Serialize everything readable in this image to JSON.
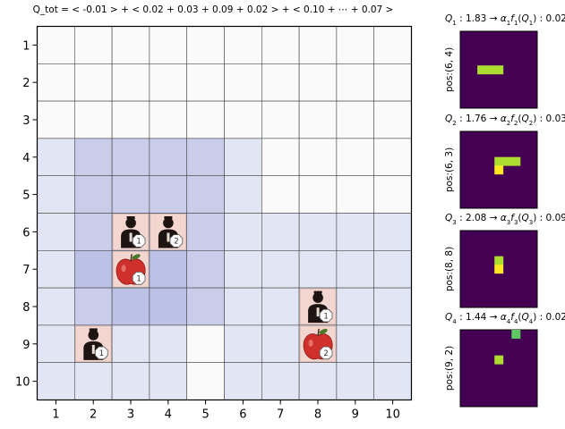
{
  "title": "Q_tot = < -0.01 > + < 0.02 + 0.03 + 0.09 + 0.02 > + < 0.10 + ⋯ + 0.07 >",
  "grid": {
    "size": 10,
    "x_ticks": [
      "1",
      "2",
      "3",
      "4",
      "5",
      "6",
      "7",
      "8",
      "9",
      "10"
    ],
    "y_ticks": [
      "1",
      "2",
      "3",
      "4",
      "5",
      "6",
      "7",
      "8",
      "9",
      "10"
    ],
    "cell_shading": [
      [
        0,
        0,
        0,
        0,
        0,
        0,
        0,
        0,
        0,
        0
      ],
      [
        0,
        0,
        0,
        0,
        0,
        0,
        0,
        0,
        0,
        0
      ],
      [
        0,
        0,
        0,
        0,
        0,
        0,
        0,
        0,
        0,
        0
      ],
      [
        1,
        2,
        2,
        2,
        2,
        1,
        0,
        0,
        0,
        0
      ],
      [
        1,
        2,
        2,
        2,
        2,
        1,
        0,
        0,
        0,
        0
      ],
      [
        1,
        2,
        2,
        2,
        2,
        1,
        1,
        1,
        1,
        1
      ],
      [
        1,
        3,
        3,
        3,
        2,
        1,
        1,
        1,
        1,
        1
      ],
      [
        1,
        2,
        3,
        3,
        2,
        1,
        1,
        1,
        1,
        1
      ],
      [
        1,
        1,
        1,
        1,
        0,
        1,
        1,
        1,
        1,
        1
      ],
      [
        1,
        1,
        1,
        1,
        0,
        1,
        1,
        1,
        1,
        1
      ]
    ],
    "shade_colors": [
      "#fafafa",
      "#e2e5f3",
      "#c9cdea",
      "#bcc2e6"
    ],
    "entities": [
      {
        "type": "agent",
        "col": 3,
        "row": 6,
        "badge": "1"
      },
      {
        "type": "agent",
        "col": 4,
        "row": 6,
        "badge": "2"
      },
      {
        "type": "apple",
        "col": 3,
        "row": 7,
        "badge": "1"
      },
      {
        "type": "agent",
        "col": 8,
        "row": 8,
        "badge": "1"
      },
      {
        "type": "agent",
        "col": 2,
        "row": 9,
        "badge": "1"
      },
      {
        "type": "apple",
        "col": 8,
        "row": 9,
        "badge": "2"
      }
    ]
  },
  "panels": [
    {
      "label": "Q_1 : 1.83 → α_1 f_1(Q_1) : 0.02",
      "pos": "pos:(6, 4)",
      "cells": [
        {
          "r": 4,
          "c": 2,
          "color": "#addc30"
        },
        {
          "r": 4,
          "c": 3,
          "color": "#addc30"
        },
        {
          "r": 4,
          "c": 4,
          "color": "#addc30"
        }
      ]
    },
    {
      "label": "Q_2 : 1.76 → α_2 f_2(Q_2) : 0.03",
      "pos": "pos:(6, 3)",
      "cells": [
        {
          "r": 3,
          "c": 4,
          "color": "#addc30"
        },
        {
          "r": 3,
          "c": 5,
          "color": "#addc30"
        },
        {
          "r": 3,
          "c": 6,
          "color": "#addc30"
        },
        {
          "r": 4,
          "c": 4,
          "color": "#fde725"
        }
      ]
    },
    {
      "label": "Q_3 : 2.08 → α_3 f_3(Q_3) : 0.09",
      "pos": "pos:(8, 8)",
      "cells": [
        {
          "r": 3,
          "c": 4,
          "color": "#addc30"
        },
        {
          "r": 4,
          "c": 4,
          "color": "#fde725"
        }
      ]
    },
    {
      "label": "Q_4 : 1.44 → α_4 f_4(Q_4) : 0.02",
      "pos": "pos:(9, 2)",
      "cells": [
        {
          "r": 0,
          "c": 6,
          "color": "#5ec962"
        },
        {
          "r": 3,
          "c": 4,
          "color": "#addc30"
        }
      ]
    }
  ],
  "colors": {
    "panel_bg": "#440154",
    "agent_tile": "#f2d6cf",
    "agent_body": "#1e1512",
    "apple_red": "#d0302c",
    "apple_leaf": "#4a7a2a",
    "grid_line": "#444444"
  }
}
